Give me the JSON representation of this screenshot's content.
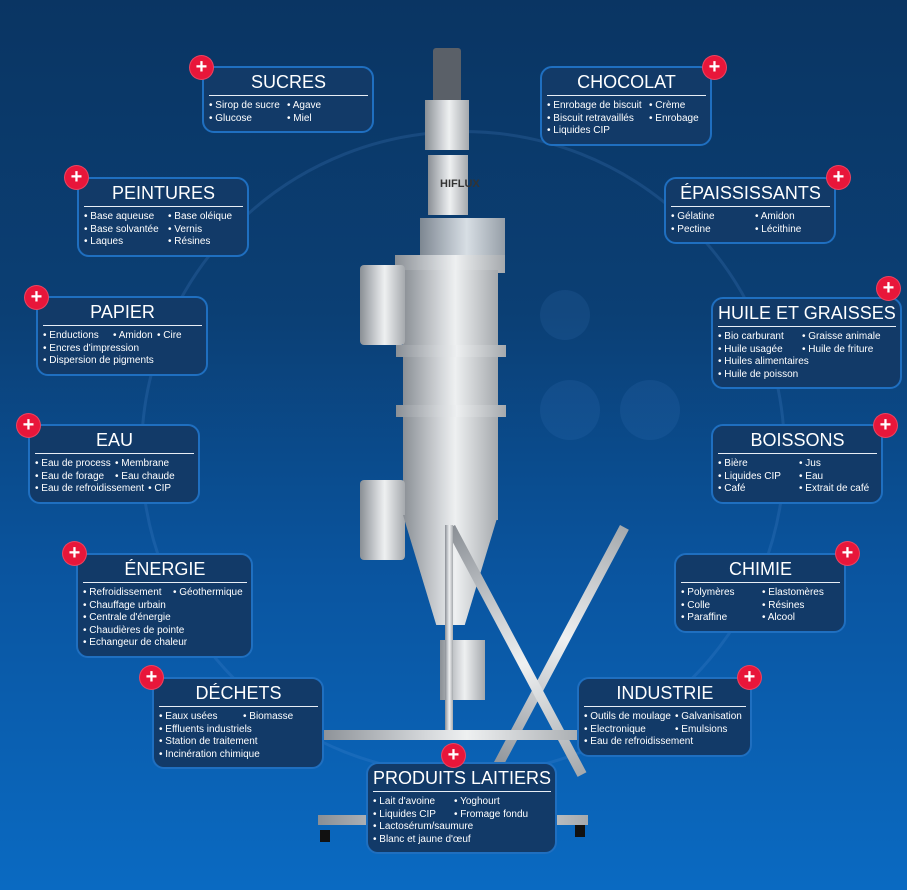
{
  "machine": {
    "logo": "HIFLUX"
  },
  "colors": {
    "plus": "#e8163a",
    "box": "#123a68",
    "border": "#1f6fc0"
  },
  "plus_label": "+",
  "boxes": [
    {
      "id": "sucres",
      "title": "SUCRES",
      "rows": [
        [
          "Sirop de sucre",
          "Agave"
        ],
        [
          "Glucose",
          "Miel"
        ]
      ]
    },
    {
      "id": "chocolat",
      "title": "CHOCOLAT",
      "rows": [
        [
          "Enrobage de biscuit",
          "Crème"
        ],
        [
          "Biscuit retravaillés",
          "Enrobage"
        ],
        [
          "Liquides CIP"
        ]
      ]
    },
    {
      "id": "peintures",
      "title": "PEINTURES",
      "rows": [
        [
          "Base aqueuse",
          "Base oléique"
        ],
        [
          "Base solvantée",
          "Vernis"
        ],
        [
          "Laques",
          "Résines"
        ]
      ]
    },
    {
      "id": "epaississants",
      "title": "ÉPAISSISSANTS",
      "rows": [
        [
          "Gélatine",
          "Amidon"
        ],
        [
          "Pectine",
          "Lécithine"
        ]
      ]
    },
    {
      "id": "papier",
      "title": "PAPIER",
      "rows": [
        [
          "Enductions",
          "Amidon",
          "Cire"
        ],
        [
          "Encres d'impression"
        ],
        [
          "Dispersion de pigments"
        ]
      ]
    },
    {
      "id": "huile",
      "title": "HUILE ET GRAISSES",
      "rows": [
        [
          "Bio carburant",
          "Graisse animale"
        ],
        [
          "Huile usagée",
          "Huile de friture"
        ],
        [
          "Huiles alimentaires"
        ],
        [
          "Huile de poisson"
        ]
      ]
    },
    {
      "id": "eau",
      "title": "EAU",
      "rows": [
        [
          "Eau de process",
          "Membrane"
        ],
        [
          "Eau de forage",
          "Eau chaude"
        ],
        [
          "Eau de refroidissement",
          "CIP"
        ]
      ]
    },
    {
      "id": "boissons",
      "title": "BOISSONS",
      "rows": [
        [
          "Bière",
          "Jus"
        ],
        [
          "Liquides CIP",
          "Eau"
        ],
        [
          "Café",
          "Extrait de café"
        ]
      ]
    },
    {
      "id": "energie",
      "title": "ÉNERGIE",
      "rows": [
        [
          "Refroidissement",
          "Géothermique"
        ],
        [
          "Chauffage urbain"
        ],
        [
          "Centrale d'énergie"
        ],
        [
          "Chaudières de pointe"
        ],
        [
          "Echangeur de chaleur"
        ]
      ]
    },
    {
      "id": "chimie",
      "title": "CHIMIE",
      "rows": [
        [
          "Polymères",
          "Elastomères"
        ],
        [
          "Colle",
          "Résines"
        ],
        [
          "Paraffine",
          "Alcool"
        ]
      ]
    },
    {
      "id": "dechets",
      "title": "DÉCHETS",
      "rows": [
        [
          "Eaux usées",
          "Biomasse"
        ],
        [
          "Effluents industriels"
        ],
        [
          "Station de traitement"
        ],
        [
          "Incinération chimique"
        ]
      ]
    },
    {
      "id": "industrie",
      "title": "INDUSTRIE",
      "rows": [
        [
          "Outils de moulage",
          "Galvanisation"
        ],
        [
          "Electronique",
          "Emulsions"
        ],
        [
          "Eau de refroidissement"
        ]
      ]
    },
    {
      "id": "laitiers",
      "title": "PRODUITS LAITIERS",
      "rows": [
        [
          "Lait d'avoine",
          "Yoghourt"
        ],
        [
          "Liquides CIP",
          "Fromage fondu"
        ],
        [
          "Lactosérum/saumure"
        ],
        [
          "Blanc et jaune d'œuf"
        ]
      ]
    }
  ]
}
